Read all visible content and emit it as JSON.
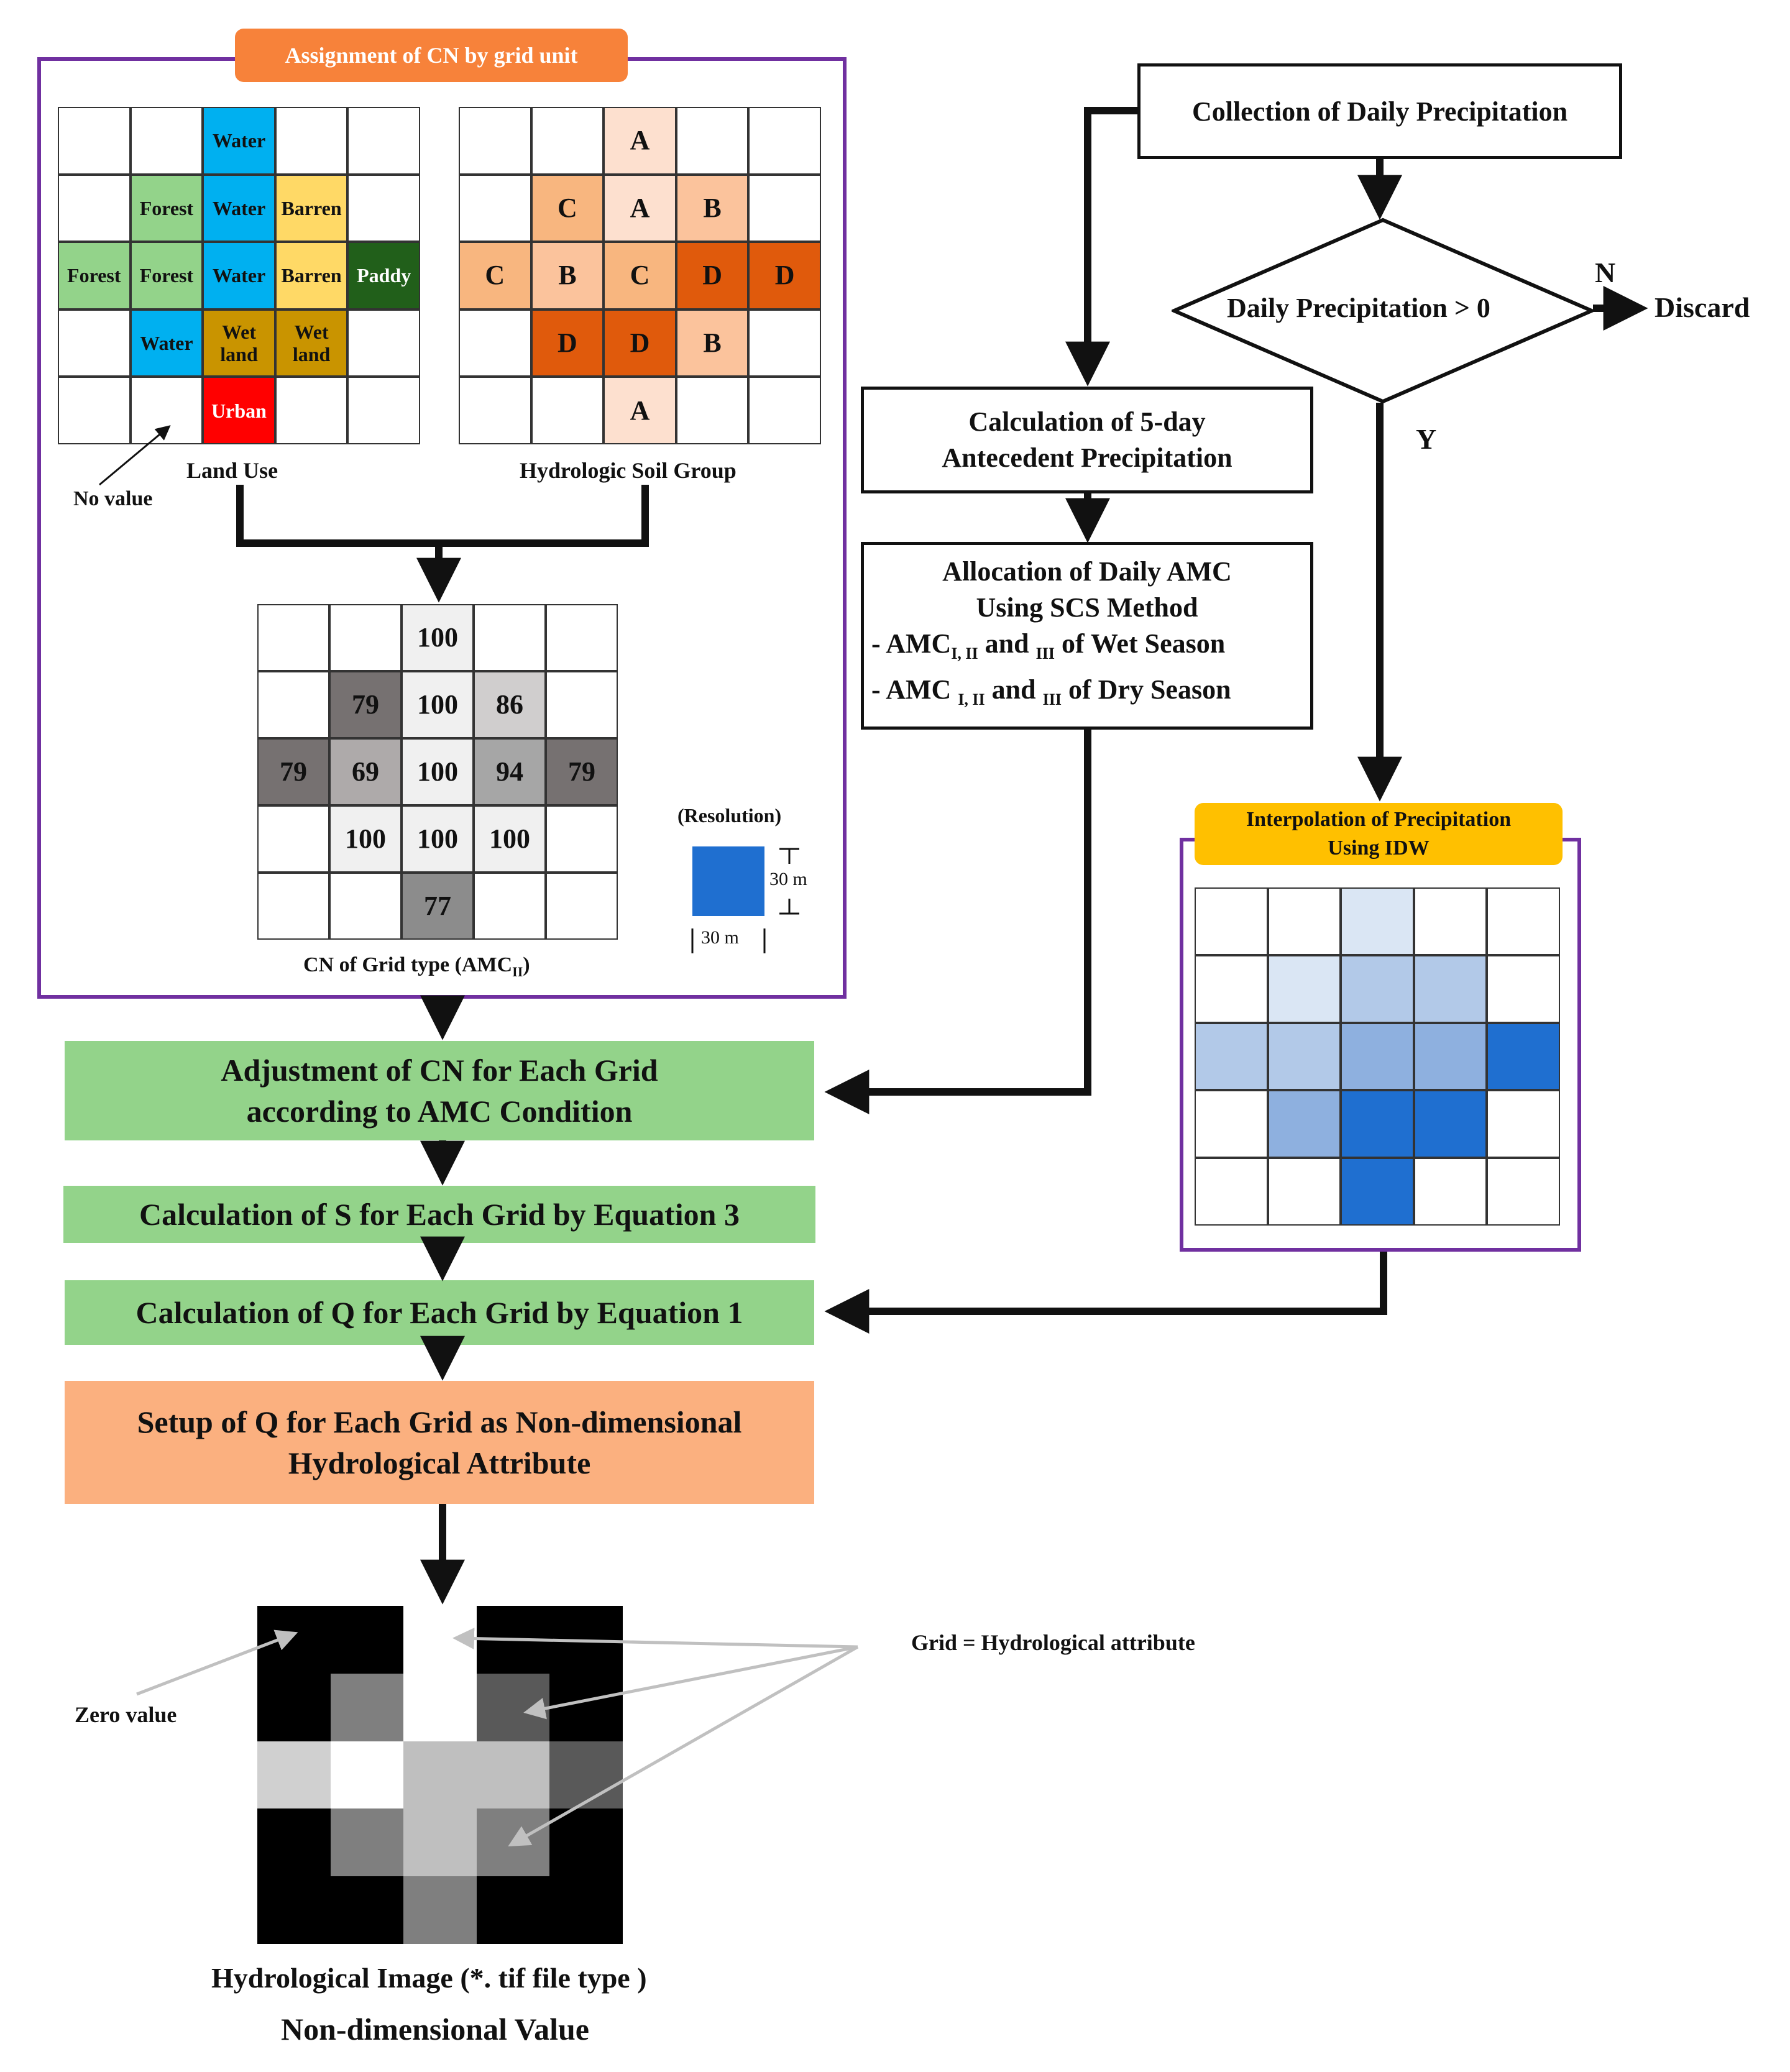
{
  "colors": {
    "frame": "#7030a0",
    "tag_orange": "#f7823a",
    "tag_yellow": "#ffc000",
    "green_box": "#93d38a",
    "orange_box": "#fbb07f",
    "water": "#00b0f0",
    "forest": "#93d38a",
    "barren": "#ffd966",
    "paddy": "#215f1a",
    "wetland": "#c99400",
    "urban": "#ff0000"
  },
  "assignment_tag": "Assignment of CN by grid unit",
  "land_use": {
    "label": "Land Use",
    "no_value_label": "No value",
    "cells": [
      [
        {
          "t": "",
          "c": ""
        },
        {
          "t": "",
          "c": ""
        },
        {
          "t": "Water",
          "c": "water"
        },
        {
          "t": "",
          "c": ""
        },
        {
          "t": "",
          "c": ""
        }
      ],
      [
        {
          "t": "",
          "c": ""
        },
        {
          "t": "Forest",
          "c": "forest"
        },
        {
          "t": "Water",
          "c": "water"
        },
        {
          "t": "Barren",
          "c": "barren"
        },
        {
          "t": "",
          "c": ""
        }
      ],
      [
        {
          "t": "Forest",
          "c": "forest"
        },
        {
          "t": "Forest",
          "c": "forest"
        },
        {
          "t": "Water",
          "c": "water"
        },
        {
          "t": "Barren",
          "c": "barren"
        },
        {
          "t": "Paddy",
          "c": "paddy"
        }
      ],
      [
        {
          "t": "",
          "c": ""
        },
        {
          "t": "Water",
          "c": "water"
        },
        {
          "t": "Wet land",
          "c": "wetland"
        },
        {
          "t": "Wet land",
          "c": "wetland"
        },
        {
          "t": "",
          "c": ""
        }
      ],
      [
        {
          "t": "",
          "c": ""
        },
        {
          "t": "",
          "c": ""
        },
        {
          "t": "Urban",
          "c": "urban"
        },
        {
          "t": "",
          "c": ""
        },
        {
          "t": "",
          "c": ""
        }
      ]
    ]
  },
  "soil_group": {
    "label": "Hydrologic  Soil  Group",
    "cells": [
      [
        {
          "t": "",
          "c": ""
        },
        {
          "t": "",
          "c": ""
        },
        {
          "t": "A",
          "c": "#fde0cf"
        },
        {
          "t": "",
          "c": ""
        },
        {
          "t": "",
          "c": ""
        }
      ],
      [
        {
          "t": "",
          "c": ""
        },
        {
          "t": "C",
          "c": "#f8b67f"
        },
        {
          "t": "A",
          "c": "#fde0cf"
        },
        {
          "t": "B",
          "c": "#fbc39c"
        },
        {
          "t": "",
          "c": ""
        }
      ],
      [
        {
          "t": "C",
          "c": "#f8b67f"
        },
        {
          "t": "B",
          "c": "#fbc39c"
        },
        {
          "t": "C",
          "c": "#f8b67f"
        },
        {
          "t": "D",
          "c": "#e05a0c"
        },
        {
          "t": "D",
          "c": "#e05a0c"
        }
      ],
      [
        {
          "t": "",
          "c": ""
        },
        {
          "t": "D",
          "c": "#e05a0c"
        },
        {
          "t": "D",
          "c": "#e05a0c"
        },
        {
          "t": "B",
          "c": "#fbc39c"
        },
        {
          "t": "",
          "c": ""
        }
      ],
      [
        {
          "t": "",
          "c": ""
        },
        {
          "t": "",
          "c": ""
        },
        {
          "t": "A",
          "c": "#fde0cf"
        },
        {
          "t": "",
          "c": ""
        },
        {
          "t": "",
          "c": ""
        }
      ]
    ]
  },
  "cn_grid": {
    "label": "CN of Grid type (AMC",
    "label_sub": "II",
    "label_end": ")",
    "cells": [
      [
        {
          "t": "",
          "c": ""
        },
        {
          "t": "",
          "c": ""
        },
        {
          "t": "100",
          "c": "#f0f0f0"
        },
        {
          "t": "",
          "c": ""
        },
        {
          "t": "",
          "c": ""
        }
      ],
      [
        {
          "t": "",
          "c": ""
        },
        {
          "t": "79",
          "c": "#767171"
        },
        {
          "t": "100",
          "c": "#f0f0f0"
        },
        {
          "t": "86",
          "c": "#d0cece"
        },
        {
          "t": "",
          "c": ""
        }
      ],
      [
        {
          "t": "79",
          "c": "#767171"
        },
        {
          "t": "69",
          "c": "#aeaaaa"
        },
        {
          "t": "100",
          "c": "#f0f0f0"
        },
        {
          "t": "94",
          "c": "#a6a6a6"
        },
        {
          "t": "79",
          "c": "#767171"
        }
      ],
      [
        {
          "t": "",
          "c": ""
        },
        {
          "t": "100",
          "c": "#f0f0f0"
        },
        {
          "t": "100",
          "c": "#f0f0f0"
        },
        {
          "t": "100",
          "c": "#f0f0f0"
        },
        {
          "t": "",
          "c": ""
        }
      ],
      [
        {
          "t": "",
          "c": ""
        },
        {
          "t": "",
          "c": ""
        },
        {
          "t": "77",
          "c": "#8c8c8c"
        },
        {
          "t": "",
          "c": ""
        },
        {
          "t": "",
          "c": ""
        }
      ]
    ]
  },
  "resolution": {
    "title": "(Resolution)",
    "height_label": "30 m",
    "width_label": "30 m",
    "color": "#1f6fd0"
  },
  "flow": {
    "collection": "Collection of Daily Precipitation",
    "decision": "Daily Precipitation > 0",
    "no_label": "N",
    "discard": "Discard",
    "yes_label": "Y",
    "calc_5day_line1": "Calculation of  5-day",
    "calc_5day_line2": "Antecedent Precipitation",
    "alloc_line1": "Allocation of Daily AMC",
    "alloc_line2": "Using SCS Method",
    "alloc_line3_a": "- AMC",
    "alloc_line3_sub": "I, II",
    "alloc_line3_b": " and ",
    "alloc_line3_sub2": "III",
    "alloc_line3_c": "  of  Wet Season",
    "alloc_line4_a": "- AMC ",
    "alloc_line4_sub": "I, II",
    "alloc_line4_b": " and ",
    "alloc_line4_sub2": "III",
    "alloc_line4_c": "  of  Dry Season",
    "adjust_line1": "Adjustment of CN  for Each Grid",
    "adjust_line2": "according to AMC Condition",
    "calc_s": "Calculation of S  for Each Grid by Equation 3",
    "calc_q": "Calculation of Q for Each Grid by Equation 1",
    "setup_line1": "Setup of Q for Each Grid as Non-dimensional",
    "setup_line2": "Hydrological Attribute"
  },
  "idw": {
    "tag_line1": "Interpolation  of Precipitation",
    "tag_line2": "Using IDW",
    "cells": [
      [
        "#ffffff",
        "#ffffff",
        "#dae6f4",
        "#ffffff",
        "#ffffff"
      ],
      [
        "#ffffff",
        "#dae6f4",
        "#b2c9e8",
        "#b2c9e8",
        "#ffffff"
      ],
      [
        "#b2c9e8",
        "#b2c9e8",
        "#8eb0df",
        "#8eb0df",
        "#1f6fd0"
      ],
      [
        "#ffffff",
        "#8eb0df",
        "#1f6fd0",
        "#1f6fd0",
        "#ffffff"
      ],
      [
        "#ffffff",
        "#ffffff",
        "#1f6fd0",
        "#ffffff",
        "#ffffff"
      ]
    ]
  },
  "hydro_image": {
    "cells": [
      [
        "#000000",
        "#000000",
        "#ffffff",
        "#000000",
        "#000000"
      ],
      [
        "#000000",
        "#7f7f7f",
        "#ffffff",
        "#595959",
        "#000000"
      ],
      [
        "#d0d0d0",
        "#ffffff",
        "#bfbfbf",
        "#bfbfbf",
        "#595959"
      ],
      [
        "#000000",
        "#7f7f7f",
        "#bfbfbf",
        "#7f7f7f",
        "#000000"
      ],
      [
        "#000000",
        "#000000",
        "#7f7f7f",
        "#000000",
        "#000000"
      ]
    ],
    "zero_label": "Zero value",
    "grid_label": "Grid = Hydrological  attribute",
    "caption1": "Hydrological Image (*. tif  file type )",
    "caption2": "Non-dimensional Value"
  }
}
